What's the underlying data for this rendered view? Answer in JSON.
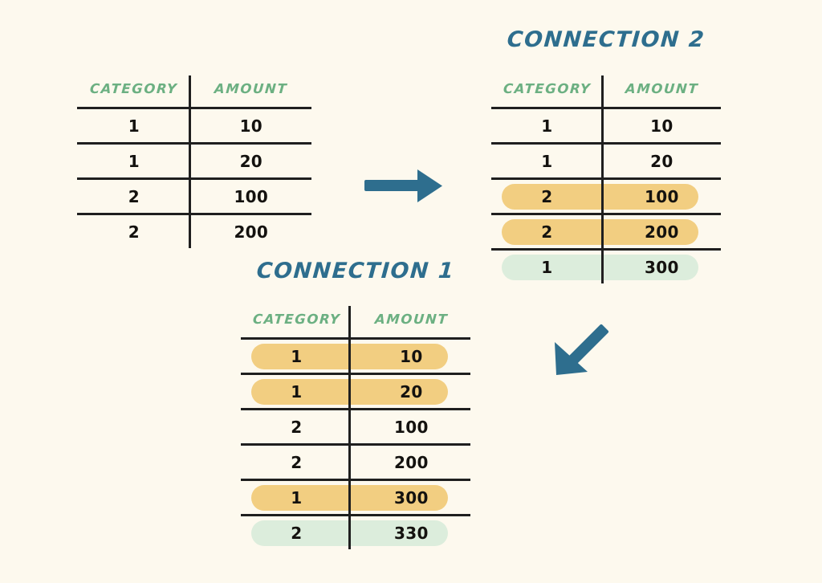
{
  "page": {
    "background_color": "#FDF9EE",
    "title_color": "#2E6E8E",
    "header_color": "#6CB082",
    "value_color": "#14120F",
    "rule_color": "#1F1F1F",
    "highlight_orange": "#F2CE81",
    "highlight_green": "#DCEDDC"
  },
  "columns": {
    "category": "CATEGORY",
    "amount": "AMOUNT"
  },
  "tables": {
    "source": {
      "title": "",
      "columns": [
        "CATEGORY",
        "AMOUNT"
      ],
      "rows": [
        {
          "category": "1",
          "amount": "10",
          "highlight": "none"
        },
        {
          "category": "1",
          "amount": "20",
          "highlight": "none"
        },
        {
          "category": "2",
          "amount": "100",
          "highlight": "none"
        },
        {
          "category": "2",
          "amount": "200",
          "highlight": "none"
        }
      ]
    },
    "connection2": {
      "title": "CONNECTION 2",
      "columns": [
        "CATEGORY",
        "AMOUNT"
      ],
      "rows": [
        {
          "category": "1",
          "amount": "10",
          "highlight": "none"
        },
        {
          "category": "1",
          "amount": "20",
          "highlight": "none"
        },
        {
          "category": "2",
          "amount": "100",
          "highlight": "orange"
        },
        {
          "category": "2",
          "amount": "200",
          "highlight": "orange"
        },
        {
          "category": "1",
          "amount": "300",
          "highlight": "green"
        }
      ]
    },
    "connection1": {
      "title": "CONNECTION 1",
      "columns": [
        "CATEGORY",
        "AMOUNT"
      ],
      "rows": [
        {
          "category": "1",
          "amount": "10",
          "highlight": "orange"
        },
        {
          "category": "1",
          "amount": "20",
          "highlight": "orange"
        },
        {
          "category": "2",
          "amount": "100",
          "highlight": "none"
        },
        {
          "category": "2",
          "amount": "200",
          "highlight": "none"
        },
        {
          "category": "1",
          "amount": "300",
          "highlight": "orange"
        },
        {
          "category": "2",
          "amount": "330",
          "highlight": "green"
        }
      ]
    }
  },
  "arrows": [
    {
      "name": "arrow-source-to-connection2",
      "direction": "right",
      "color": "#2E6E8E"
    },
    {
      "name": "arrow-connection2-to-connection1",
      "direction": "down-left",
      "color": "#2E6E8E"
    }
  ]
}
